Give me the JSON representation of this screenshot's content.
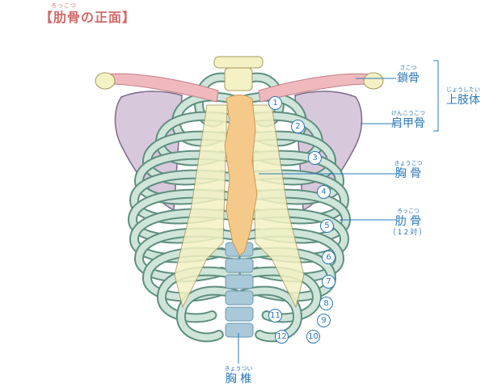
{
  "title": {
    "text": "【肋骨の正面】",
    "ruby": "ろっこつ"
  },
  "labels": {
    "clavicle": {
      "ruby": "さこつ",
      "text": "鎖骨"
    },
    "scapula": {
      "ruby": "けんこうこつ",
      "text": "肩甲骨"
    },
    "upper_limb": {
      "ruby": "じょうしたい",
      "text": "上肢体"
    },
    "sternum": {
      "ruby": "きょうこつ",
      "text": "胸 骨"
    },
    "ribs": {
      "ruby": "ろっこつ",
      "text": "肋 骨",
      "note": "（12対）"
    },
    "thoracic_vertebrae": {
      "ruby": "きょうつい",
      "text": "胸 椎"
    }
  },
  "rib_numbers": [
    "1",
    "2",
    "3",
    "4",
    "5",
    "6",
    "7",
    "8",
    "9",
    "10",
    "11",
    "12"
  ],
  "colors": {
    "label": "#2b78b8",
    "title": "#d06a6a",
    "rib": "#cfe5da",
    "rib_outline": "#5f8f80",
    "sternum": "#f5c98a",
    "cartilage": "#f4f1c4",
    "clavicle": "#f0b9bd",
    "scapula": "#d8c8dc",
    "spine": "#a9c9d9"
  }
}
